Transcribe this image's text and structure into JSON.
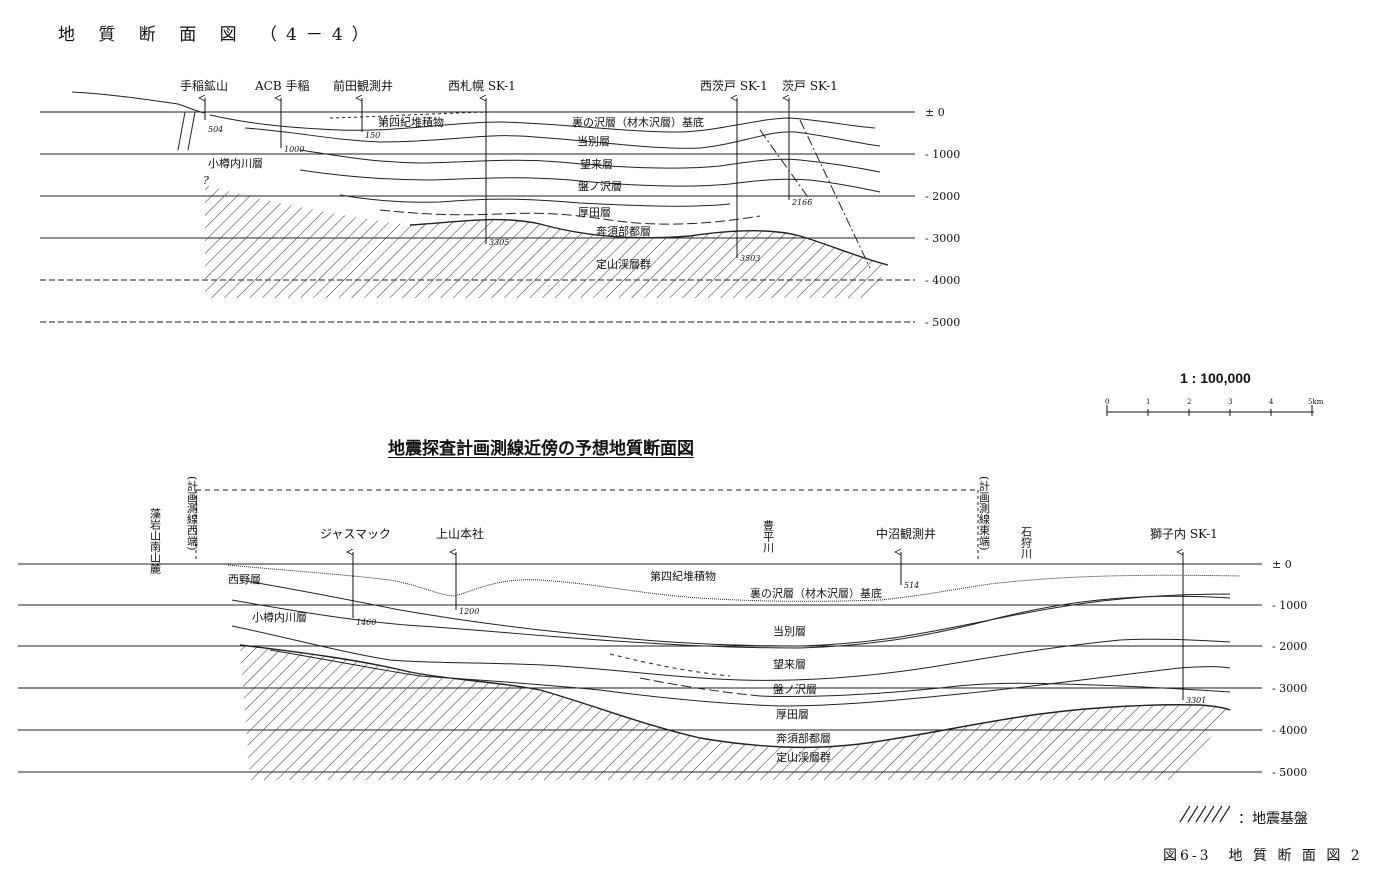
{
  "title": "地 質 断 面 図 （4－4）",
  "scale": {
    "label": "1 : 100,000",
    "ticks": [
      "0",
      "1",
      "2",
      "3",
      "4",
      "5km"
    ]
  },
  "main_title": "地震探査計画測線近傍の予想地質断面図",
  "legend": {
    "label": "：地震基盤"
  },
  "caption": "図6-3　地 質 断 面 図 2",
  "section1": {
    "depth_labels": [
      "± 0",
      "- 1000",
      "- 2000",
      "- 3000",
      "- 4000",
      "- 5000"
    ],
    "wells": [
      "手稲鉱山",
      "ACB 手稲",
      "前田観測井",
      "西札幌 SK-1",
      "西茨戸 SK-1",
      "茨戸 SK-1"
    ],
    "well_depths": [
      "504",
      "1000",
      "150",
      "3305",
      "3503",
      "2166"
    ],
    "layers": [
      "第四紀堆積物",
      "裏の沢層（材木沢層）基底",
      "当別層",
      "小樽内川層",
      "望来層",
      "盤ノ沢層",
      "厚田層",
      "奔須部都層",
      "定山渓層群"
    ],
    "question": "?"
  },
  "section2": {
    "depth_labels": [
      "± 0",
      "- 1000",
      "- 2000",
      "- 3000",
      "- 4000",
      "- 5000"
    ],
    "wells": [
      "ジャスマック",
      "上山本社",
      "中沼観測井",
      "獅子内 SK-1"
    ],
    "well_depths": [
      "1460",
      "1200",
      "514",
      "3301"
    ],
    "vertical_labels": [
      "藻岩山南山麓",
      "(計画測線西端)",
      "豊平川",
      "(計画測線東端)",
      "石狩川"
    ],
    "layers": [
      "第四紀堆積物",
      "裏の沢層（材木沢層）基底",
      "西野層",
      "小樽内川層",
      "当別層",
      "望来層",
      "盤ノ沢層",
      "厚田層",
      "奔須部都層",
      "定山渓層群"
    ]
  }
}
